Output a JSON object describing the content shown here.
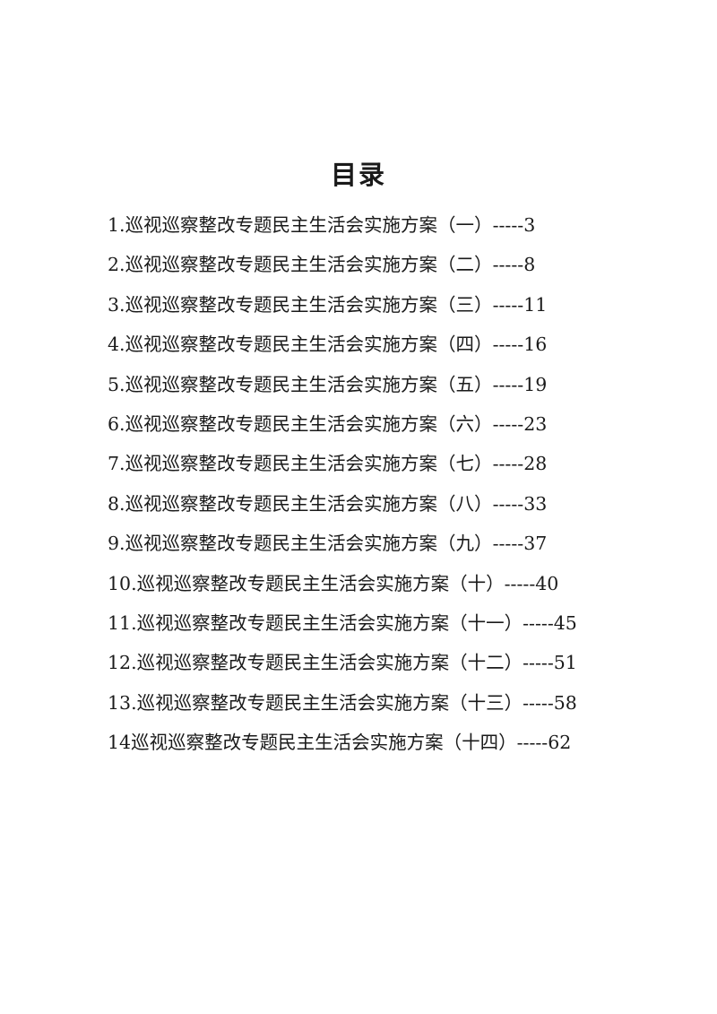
{
  "title": "目录",
  "toc": [
    {
      "num": "1.",
      "text": "巡视巡察整改专题民主生活会实施方案（一）",
      "leader": "-----",
      "page": "3"
    },
    {
      "num": "2.",
      "text": "巡视巡察整改专题民主生活会实施方案（二）",
      "leader": "-----",
      "page": "8"
    },
    {
      "num": "3.",
      "text": "巡视巡察整改专题民主生活会实施方案（三）",
      "leader": "-----",
      "page": "11"
    },
    {
      "num": "4.",
      "text": "巡视巡察整改专题民主生活会实施方案（四）",
      "leader": "-----",
      "page": "16"
    },
    {
      "num": "5.",
      "text": "巡视巡察整改专题民主生活会实施方案（五）",
      "leader": "-----",
      "page": "19"
    },
    {
      "num": "6.",
      "text": "巡视巡察整改专题民主生活会实施方案（六）",
      "leader": "-----",
      "page": "23"
    },
    {
      "num": "7.",
      "text": "巡视巡察整改专题民主生活会实施方案（七）",
      "leader": "-----",
      "page": "28"
    },
    {
      "num": "8.",
      "text": "巡视巡察整改专题民主生活会实施方案（八）",
      "leader": "-----",
      "page": "33"
    },
    {
      "num": "9.",
      "text": "巡视巡察整改专题民主生活会实施方案（九）",
      "leader": "-----",
      "page": "37"
    },
    {
      "num": "10.",
      "text": "巡视巡察整改专题民主生活会实施方案（十）",
      "leader": "-----",
      "page": "40"
    },
    {
      "num": "11.",
      "text": "巡视巡察整改专题民主生活会实施方案（十一）",
      "leader": "-----",
      "page": "45"
    },
    {
      "num": "12.",
      "text": "巡视巡察整改专题民主生活会实施方案（十二）",
      "leader": "-----",
      "page": "51"
    },
    {
      "num": "13.",
      "text": "巡视巡察整改专题民主生活会实施方案（十三）",
      "leader": "-----",
      "page": "58"
    },
    {
      "num": "14",
      "text": "巡视巡察整改专题民主生活会实施方案（十四）",
      "leader": "-----",
      "page": "62"
    }
  ]
}
